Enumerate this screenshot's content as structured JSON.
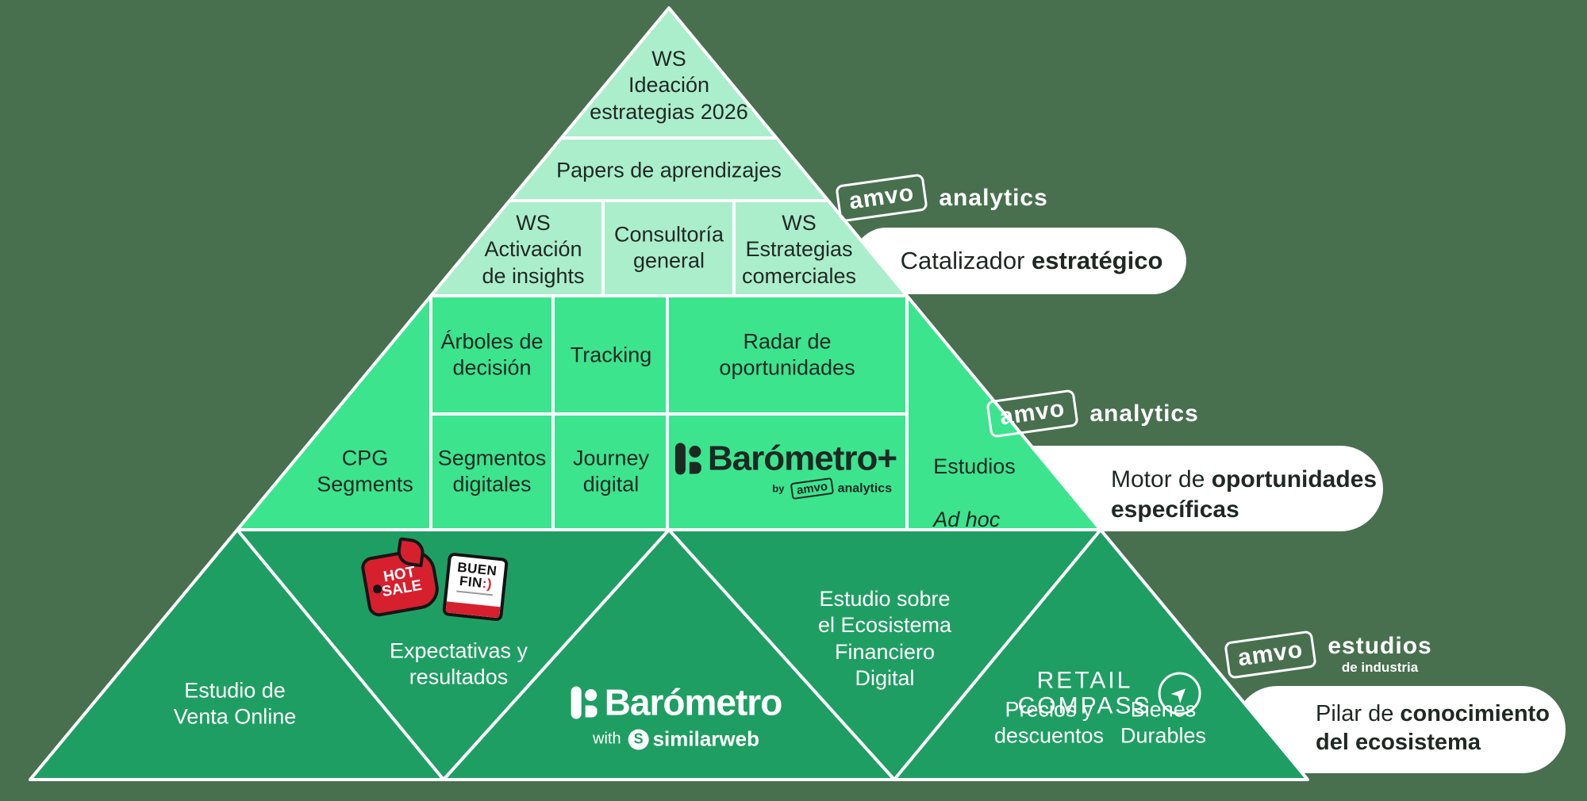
{
  "colors": {
    "background": "#48704f",
    "tier_top": "#abeecb",
    "tier_middle": "#3ce48e",
    "tier_bottom": "#1f9e63",
    "line_white": "#ffffff",
    "text_dark": "#1f2823",
    "text_light": "#ffffff",
    "badge_red": "#d6202e"
  },
  "pyramid": {
    "tier1": {
      "peak": "WS\nIdeación\nestrategias 2026",
      "papers": "Papers de aprendizajes",
      "cells": [
        "WS\nActivación\nde insights",
        "Consultoría\ngeneral",
        "WS\nEstrategias\ncomerciales"
      ]
    },
    "tier2": {
      "left": "CPG\nSegments",
      "row1": [
        "Árboles de\ndecisión",
        "Tracking",
        "Radar de\noportunidades"
      ],
      "row2": [
        "Segmentos\ndigitales",
        "Journey\ndigital"
      ],
      "estudios_line1": "Estudios",
      "estudios_line2": "Ad hoc"
    },
    "tier3": {
      "venta": "Estudio de\nVenta Online",
      "expectativas": "Expectativas y\nresultados",
      "ecosistema": "Estudio sobre\nel Ecosistema\nFinanciero\nDigital",
      "precios": "Precios y\ndescuentos",
      "bienes": "Bienes\nDurables"
    }
  },
  "logos": {
    "amvo": "amvo",
    "analytics": "analytics",
    "estudios": "estudios",
    "de_industria": "de industria",
    "barometro_plus": "Barómetro+",
    "by": "by",
    "barometro": "Barómetro",
    "with": "with",
    "similarweb": "similarweb",
    "similarweb_s": "S",
    "retail": "RETAIL",
    "compass": "COMPASS",
    "hot": "HOT",
    "sale": "SALE",
    "buen": "BUEN",
    "fin": "FIN",
    "smile": ":)"
  },
  "pills": {
    "p1": {
      "normal": "Catalizador ",
      "bold": "estratégico"
    },
    "p2": {
      "normal": "Motor de ",
      "bold1": "oportunidades",
      "bold2": "específicas"
    },
    "p3": {
      "normal": "Pilar de ",
      "bold1": "conocimiento",
      "bold2": "del ecosistema"
    }
  }
}
